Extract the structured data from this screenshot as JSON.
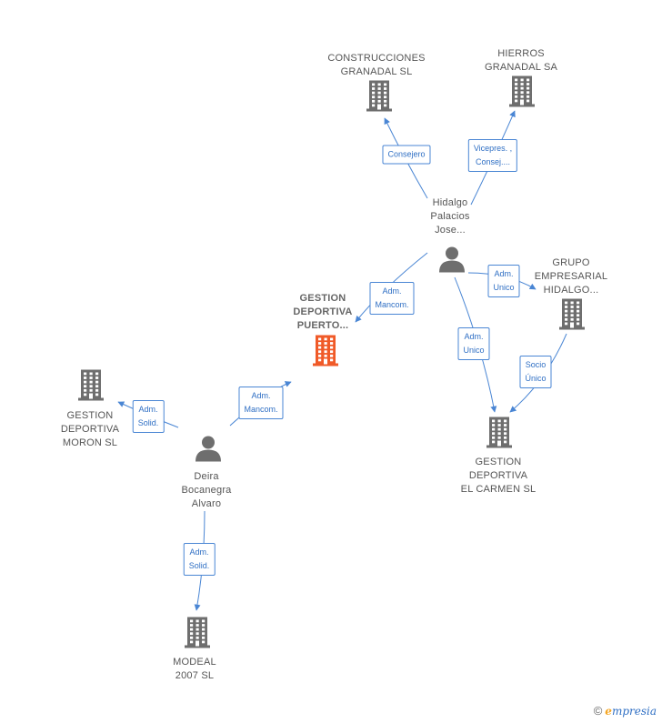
{
  "colors": {
    "edge": "#4a86d4",
    "company_icon": "#6e6e6e",
    "focus_icon": "#f05a28",
    "person_icon": "#6e6e6e"
  },
  "nodes": [
    {
      "id": "construcciones",
      "type": "company",
      "icon": "building-icon",
      "label": "CONSTRUCCIONES\nGRANADAL SL"
    },
    {
      "id": "hierros",
      "type": "company",
      "icon": "building-icon",
      "label": "HIERROS\nGRANADAL SA"
    },
    {
      "id": "hidalgo",
      "type": "person",
      "icon": "person-icon",
      "label": "Hidalgo\nPalacios\nJose..."
    },
    {
      "id": "grupo",
      "type": "company",
      "icon": "building-icon",
      "label": "GRUPO\nEMPRESARIAL\nHIDALGO..."
    },
    {
      "id": "puerto",
      "type": "focus",
      "icon": "building-icon",
      "label": "GESTION\nDEPORTIVA\nPUERTO..."
    },
    {
      "id": "moron",
      "type": "company",
      "icon": "building-icon",
      "label": "GESTION\nDEPORTIVA\nMORON SL"
    },
    {
      "id": "carmen",
      "type": "company",
      "icon": "building-icon",
      "label": "GESTION\nDEPORTIVA\nEL CARMEN SL"
    },
    {
      "id": "deira",
      "type": "person",
      "icon": "person-icon",
      "label": "Deira\nBocanegra\nAlvaro"
    },
    {
      "id": "modeal",
      "type": "company",
      "icon": "building-icon",
      "label": "MODEAL\n2007 SL"
    }
  ],
  "edges": [
    {
      "id": "e1",
      "from": "hidalgo",
      "to": "construcciones",
      "label": "Consejero"
    },
    {
      "id": "e2",
      "from": "hidalgo",
      "to": "hierros",
      "label": "Vicepres. ,\nConsej...."
    },
    {
      "id": "e3",
      "from": "hidalgo",
      "to": "grupo",
      "label": "Adm.\nUnico"
    },
    {
      "id": "e4",
      "from": "hidalgo",
      "to": "puerto",
      "label": "Adm.\nMancom."
    },
    {
      "id": "e5",
      "from": "hidalgo",
      "to": "carmen",
      "label": "Adm.\nUnico"
    },
    {
      "id": "e6",
      "from": "grupo",
      "to": "carmen",
      "label": "Socio\nÚnico"
    },
    {
      "id": "e7",
      "from": "deira",
      "to": "puerto",
      "label": "Adm.\nMancom."
    },
    {
      "id": "e8",
      "from": "deira",
      "to": "moron",
      "label": "Adm.\nSolid."
    },
    {
      "id": "e9",
      "from": "deira",
      "to": "modeal",
      "label": "Adm.\nSolid."
    }
  ],
  "brand": {
    "copyright": "©",
    "first_letter": "e",
    "rest": "mpresia"
  }
}
